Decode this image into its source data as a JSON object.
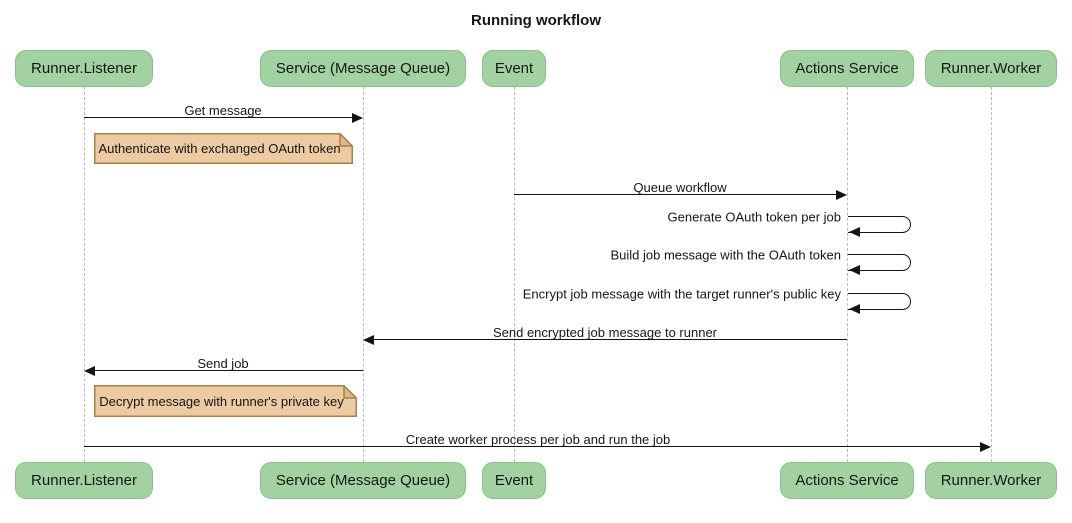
{
  "title": "Running workflow",
  "diagram_type": "sequence",
  "participants": [
    {
      "label": "Runner.Listener"
    },
    {
      "label": "Service (Message Queue)"
    },
    {
      "label": "Event"
    },
    {
      "label": "Actions Service"
    },
    {
      "label": "Runner.Worker"
    }
  ],
  "messages": [
    {
      "type": "arrow",
      "from": "Runner.Listener",
      "to": "Service (Message Queue)",
      "label": "Get message"
    },
    {
      "type": "note",
      "over": "Runner.Listener",
      "label": "Authenticate with exchanged OAuth token"
    },
    {
      "type": "arrow",
      "from": "Event",
      "to": "Actions Service",
      "label": "Queue workflow"
    },
    {
      "type": "self",
      "actor": "Actions Service",
      "label": "Generate OAuth token per job"
    },
    {
      "type": "self",
      "actor": "Actions Service",
      "label": "Build job message with the OAuth token"
    },
    {
      "type": "self",
      "actor": "Actions Service",
      "label": "Encrypt job message with the target runner's public key"
    },
    {
      "type": "arrow",
      "from": "Actions Service",
      "to": "Service (Message Queue)",
      "label": "Send encrypted job message to runner"
    },
    {
      "type": "arrow",
      "from": "Service (Message Queue)",
      "to": "Runner.Listener",
      "label": "Send job"
    },
    {
      "type": "note",
      "over": "Runner.Listener",
      "label": "Decrypt message with runner's private key"
    },
    {
      "type": "arrow",
      "from": "Runner.Listener",
      "to": "Runner.Worker",
      "label": "Create worker process per job and run the job"
    }
  ],
  "colors": {
    "actor_fill": "#a2d2a2",
    "actor_border": "#8cbf8c",
    "note_fill": "#eccaa2",
    "note_border": "#aa8145",
    "arrow": "#141414",
    "lifeline": "#bbbbbb",
    "text": "#161616",
    "background": "#ffffff"
  }
}
